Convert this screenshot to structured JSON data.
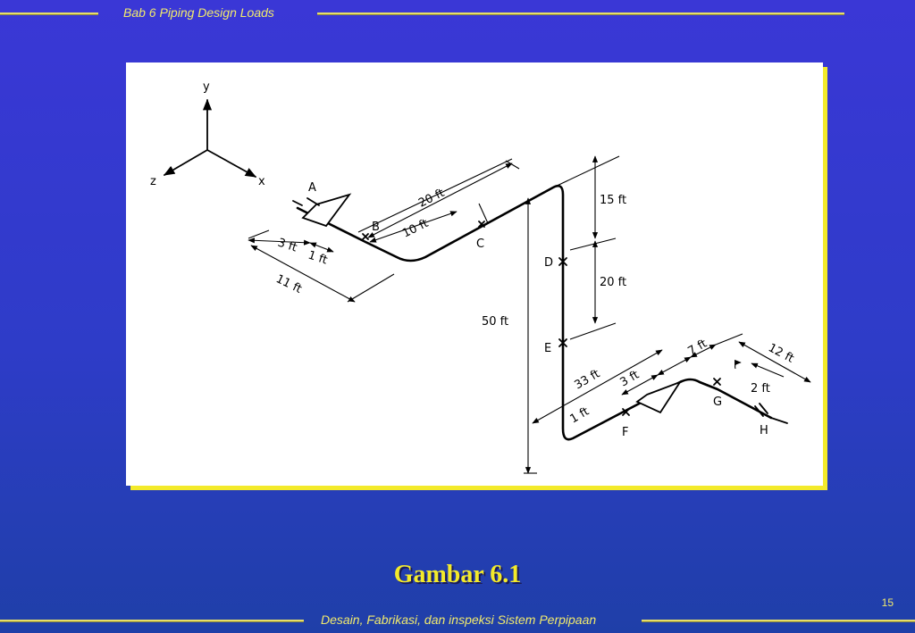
{
  "header": {
    "title": "Bab 6 Piping Design Loads"
  },
  "footer": {
    "title": "Desain, Fabrikasi, dan inspeksi Sistem Perpipaan",
    "page_number": "15"
  },
  "caption": "Gambar 6.1",
  "colors": {
    "accent": "#f3ea2a",
    "rule": "#e6dd6a",
    "background": "#3236cc"
  },
  "figure": {
    "axes": {
      "y": "y",
      "z": "z",
      "x": "x"
    },
    "points": {
      "A": "A",
      "B": "B",
      "C": "C",
      "D": "D",
      "E": "E",
      "F": "F",
      "G": "G",
      "H": "H"
    },
    "dimensions": {
      "d20_top": "20 ft",
      "d10": "10 ft",
      "d3_left": "3 ft",
      "d1_left": "1 ft",
      "d11": "11 ft",
      "d15": "15 ft",
      "d20_right": "20 ft",
      "d50": "50 ft",
      "d33": "33 ft",
      "d3_right": "3 ft",
      "d1_right": "1 ft",
      "d7": "7 ft",
      "d12": "12 ft",
      "d2": "2 ft"
    }
  }
}
